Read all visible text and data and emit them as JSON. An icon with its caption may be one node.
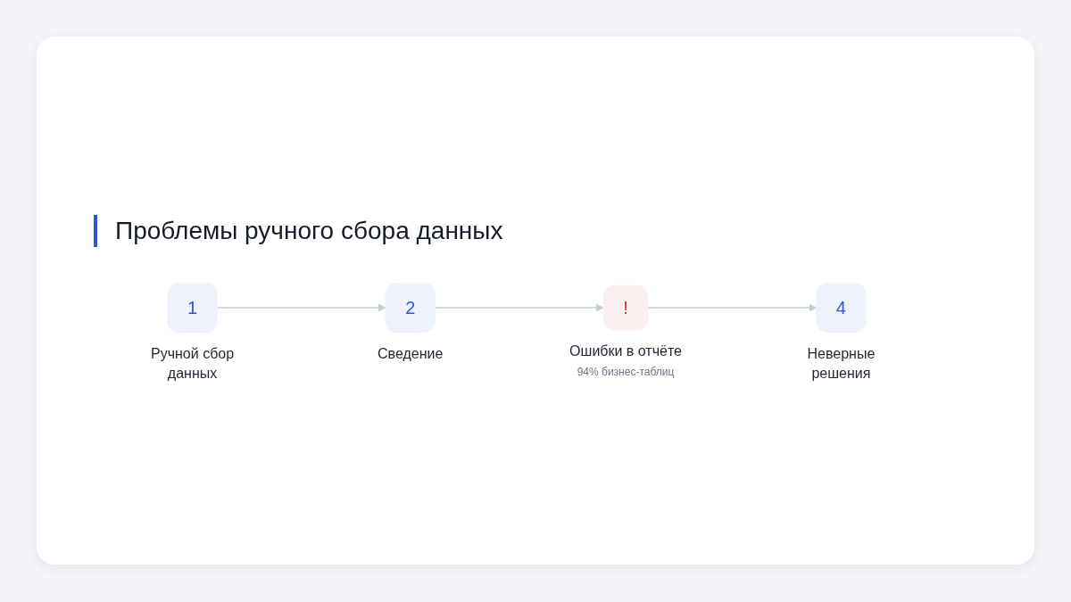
{
  "diagram": {
    "title": "Проблемы ручного сбора данных",
    "nodes": [
      {
        "text": [
          "1"
        ],
        "beside": [
          "Ручной сбор данных"
        ]
      },
      {
        "text": [
          "2"
        ],
        "beside": [
          "Сведение"
        ]
      },
      {
        "text": [
          "!"
        ],
        "beside": [
          "Ошибки в отчёте",
          "94% бизнес-таблиц"
        ]
      },
      {
        "text": [
          "4"
        ],
        "beside": [
          "Неверные решения"
        ]
      }
    ],
    "edges": [
      {
        "from": 0,
        "to": 1,
        "arrow": "to"
      },
      {
        "from": 1,
        "to": 2,
        "arrow": "to"
      },
      {
        "from": 2,
        "to": 3,
        "arrow": "to"
      }
    ]
  }
}
